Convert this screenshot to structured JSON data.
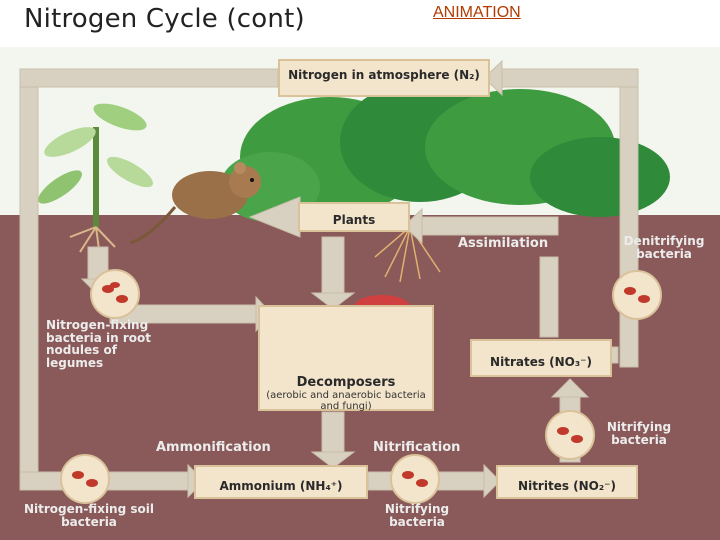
{
  "slide": {
    "title": "Nitrogen Cycle (cont)",
    "animation_link": "ANIMATION"
  },
  "diagram": {
    "boxes": {
      "atmosphere": "Nitrogen in atmosphere (N₂)",
      "plants": "Plants",
      "decomposers": "Decomposers",
      "decomposers_sub": "(aerobic and anaerobic bacteria and fungi)",
      "nitrates": "Nitrates (NO₃⁻)",
      "ammonium": "Ammonium (NH₄⁺)",
      "nitrites": "Nitrites (NO₂⁻)"
    },
    "labels": {
      "assimilation": "Assimilation",
      "denitrifying": "Denitrifying bacteria",
      "nitrogen_fixing_root": "Nitrogen-fixing bacteria in root nodules of legumes",
      "ammonification": "Ammonification",
      "nitrification": "Nitrification",
      "nitrifying_right": "Nitrifying bacteria",
      "nitrogen_fixing_soil": "Nitrogen-fixing soil bacteria",
      "nitrifying_bottom": "Nitrifying bacteria"
    },
    "colors": {
      "sky": "#ffffff",
      "soil": "#8a5a5a",
      "arrow": "#d8d0c0",
      "box_fill": "#f3e4cc",
      "foliage": "#3f9b3f",
      "bacteria": "#c0392b"
    }
  }
}
